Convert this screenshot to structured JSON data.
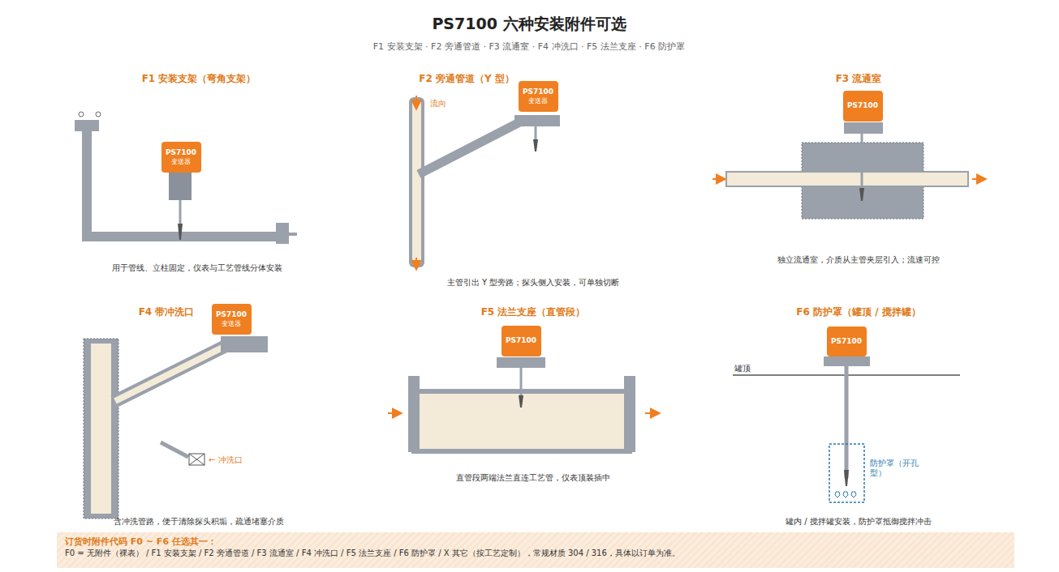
{
  "diagram": {
    "title": "PS7100 六种安装附件可选",
    "nodes": [
      {
        "text": [
          "PS7100",
          "变送器"
        ]
      },
      {
        "text": [
          "PS7100",
          "变送器"
        ]
      },
      {
        "text": [
          "PS7100"
        ]
      },
      {
        "text": [
          "PS7100",
          "变送器"
        ]
      },
      {
        "text": [
          "PS7100"
        ]
      },
      {
        "text": [
          "PS7100"
        ]
      },
      {
        "text": [
          "订货时附件代码 F0 ~ F6 任选其一：",
          "F0 = 无附件（裸表） / F1 安装支架 / F2 旁通管道 / F3 流通室 / F4 冲洗口 / F5 法兰支座 / F6 防护罩 / X 其它（按工艺定制），常规材质 304 / 316，具体以订单为准。"
        ]
      }
    ],
    "labels": [
      "F1 安装支架 · F2 旁通管道 · F3 流通室 · F4 冲洗口 · F5 法兰支座 · F6 防护罩",
      "F1 安装支架（弯角支架）",
      "用于管线、立柱固定，仪表与工艺管线分体安装",
      "F2 旁通管道（Y 型）",
      "流向",
      "主管引出 Y 型旁路；探头侧入安装，可单独切断",
      "F3 流通室",
      "独立流通室，介质从主管夹层引入；流速可控",
      "F4 带冲洗口",
      "← 冲洗口",
      "含冲洗管路，便于清除探头积垢，疏通堵塞介质",
      "F5 法兰支座（直管段）",
      "直管段两端法兰直连工艺管，仪表顶装插中",
      "F6 防护罩（罐顶 / 搅拌罐）",
      "罐顶",
      "防护罩（开孔型）",
      "罐内 / 搅拌罐安装，防护罩抵御搅拌冲击"
    ]
  }
}
